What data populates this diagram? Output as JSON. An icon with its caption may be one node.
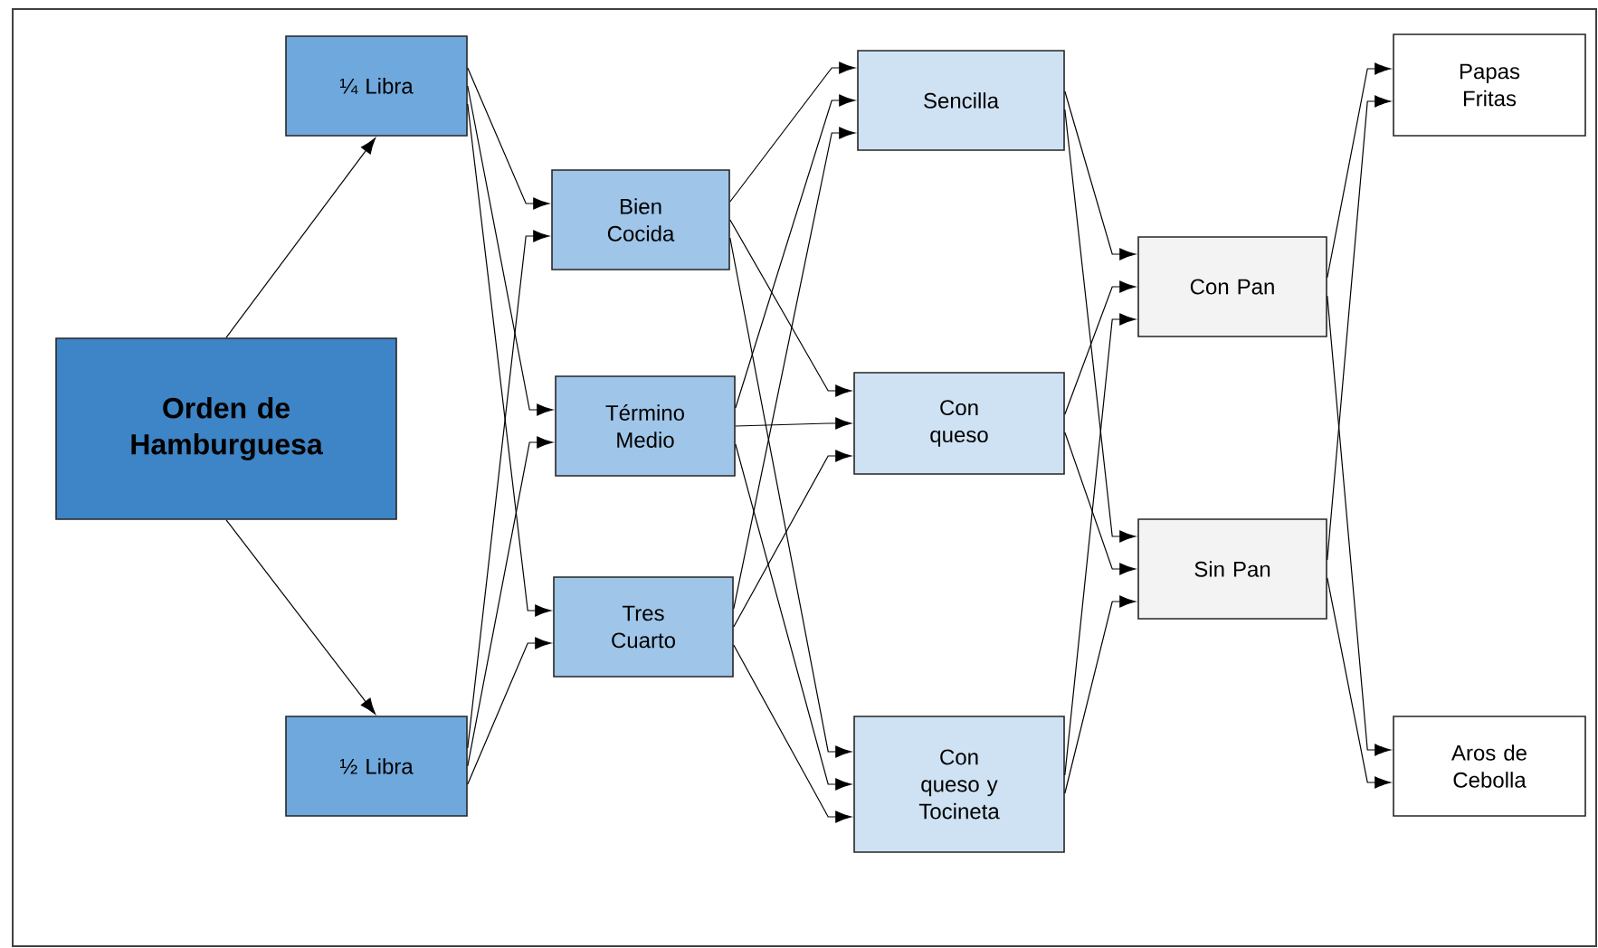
{
  "diagram": {
    "nodes": [
      {
        "text": [
          "Orden de Hamburguesa"
        ]
      },
      {
        "text": [
          "¼ Libra"
        ]
      },
      {
        "text": [
          "½  Libra"
        ]
      },
      {
        "text": [
          "Bien Cocida"
        ]
      },
      {
        "text": [
          "Término Medio"
        ]
      },
      {
        "text": [
          "Tres Cuarto"
        ]
      },
      {
        "text": [
          "Sencilla"
        ]
      },
      {
        "text": [
          "Con queso"
        ]
      },
      {
        "text": [
          "Con queso y Tocineta"
        ]
      },
      {
        "text": [
          "Con Pan"
        ]
      },
      {
        "text": [
          "Sin Pan"
        ]
      },
      {
        "text": [
          "Papas Fritas"
        ]
      },
      {
        "text": [
          "Aros de Cebolla"
        ]
      }
    ],
    "edges": [
      {
        "from": 0,
        "to": 1,
        "arrow": "to"
      },
      {
        "from": 0,
        "to": 2,
        "arrow": "to"
      },
      {
        "from": 1,
        "to": 3,
        "arrow": "to"
      },
      {
        "from": 1,
        "to": 4,
        "arrow": "to"
      },
      {
        "from": 1,
        "to": 5,
        "arrow": "to"
      },
      {
        "from": 2,
        "to": 3,
        "arrow": "to"
      },
      {
        "from": 2,
        "to": 4,
        "arrow": "to"
      },
      {
        "from": 2,
        "to": 5,
        "arrow": "to"
      },
      {
        "from": 3,
        "to": 6,
        "arrow": "to"
      },
      {
        "from": 3,
        "to": 7,
        "arrow": "to"
      },
      {
        "from": 3,
        "to": 8,
        "arrow": "to"
      },
      {
        "from": 4,
        "to": 6,
        "arrow": "to"
      },
      {
        "from": 4,
        "to": 7,
        "arrow": "to"
      },
      {
        "from": 4,
        "to": 8,
        "arrow": "to"
      },
      {
        "from": 5,
        "to": 6,
        "arrow": "to"
      },
      {
        "from": 5,
        "to": 7,
        "arrow": "to"
      },
      {
        "from": 5,
        "to": 8,
        "arrow": "to"
      },
      {
        "from": 6,
        "to": 9,
        "arrow": "to"
      },
      {
        "from": 6,
        "to": 10,
        "arrow": "to"
      },
      {
        "from": 7,
        "to": 9,
        "arrow": "to"
      },
      {
        "from": 7,
        "to": 10,
        "arrow": "to"
      },
      {
        "from": 8,
        "to": 9,
        "arrow": "to"
      },
      {
        "from": 8,
        "to": 10,
        "arrow": "to"
      },
      {
        "from": 9,
        "to": 11,
        "arrow": "to"
      },
      {
        "from": 9,
        "to": 12,
        "arrow": "to"
      },
      {
        "from": 10,
        "to": 11,
        "arrow": "to"
      },
      {
        "from": 10,
        "to": 12,
        "arrow": "to"
      }
    ]
  }
}
